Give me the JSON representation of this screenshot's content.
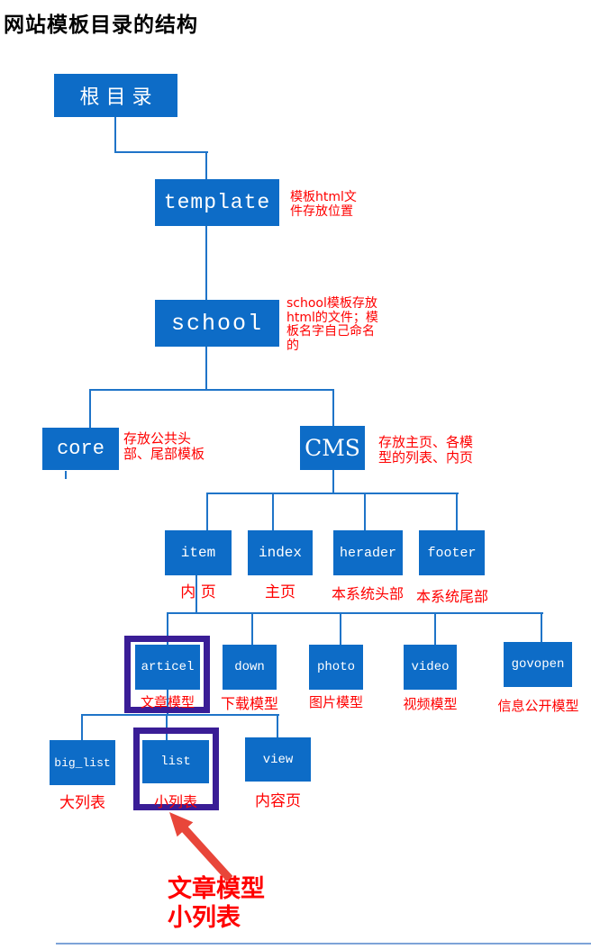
{
  "title": "网站模板目录的结构",
  "colors": {
    "box_blue": "#0d6cc7",
    "connector_blue": "#1f74c8",
    "annotation_red": "#ff0000",
    "highlight_purple": "#3a1d96",
    "arrow_red": "#e8463a",
    "box_text": "#ffffff"
  },
  "nodes": {
    "root": {
      "label": "根目录"
    },
    "template": {
      "label": "template"
    },
    "school": {
      "label": "school"
    },
    "core": {
      "label": "core"
    },
    "cms": {
      "label": "CMS"
    },
    "item": {
      "label": "item",
      "caption": "内 页"
    },
    "index": {
      "label": "index",
      "caption": "主页"
    },
    "herader": {
      "label": "herader",
      "caption": "本系统头部"
    },
    "footer": {
      "label": "footer",
      "caption": "本系统尾部"
    },
    "articel": {
      "label": "articel",
      "caption": "文章模型"
    },
    "down": {
      "label": "down",
      "caption": "下载模型"
    },
    "photo": {
      "label": "photo",
      "caption": "图片模型"
    },
    "video": {
      "label": "video",
      "caption": "视频模型"
    },
    "govopen": {
      "label": "govopen",
      "caption": "信息公开模型"
    },
    "big_list": {
      "label": "big_list",
      "caption": "大列表"
    },
    "list": {
      "label": "list",
      "caption": "小列表"
    },
    "view": {
      "label": "view",
      "caption": "内容页"
    }
  },
  "annotations": {
    "template_note": "模板html文\n件存放位置",
    "school_note": "school模板存放\nhtml的文件；模\n板名字自己命名\n的",
    "core_note": "存放公共头\n部、尾部模板",
    "cms_note": "存放主页、各模\n型的列表、内页"
  },
  "callout": {
    "line1": "文章模型",
    "line2": "小列表"
  }
}
